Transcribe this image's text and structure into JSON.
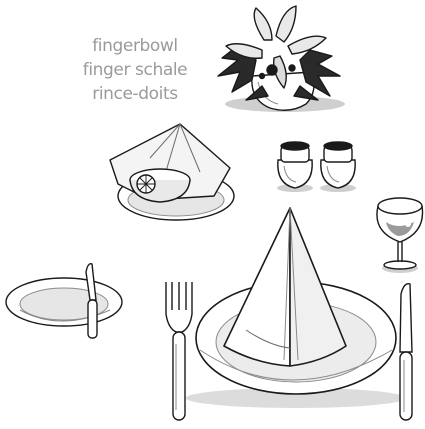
{
  "caption": {
    "lines": [
      "fingerbowl",
      "finger schale",
      "rince-doits"
    ]
  },
  "illustration": {
    "subjects": [
      "flower-arrangement",
      "fingerbowl-with-lemon-on-napkin",
      "salt-shaker",
      "pepper-shaker",
      "wine-glass",
      "bread-plate",
      "butter-knife",
      "dinner-fork",
      "dinner-plate",
      "folded-napkin",
      "dinner-knife"
    ],
    "colors": {
      "ink": "#1a1a1a",
      "fill": "#ffffff",
      "shade_light": "#e6e6e6",
      "shade_mid": "#bdbdbd",
      "shade_dark": "#8a8a8a",
      "caption": "#9a9a9a"
    }
  }
}
